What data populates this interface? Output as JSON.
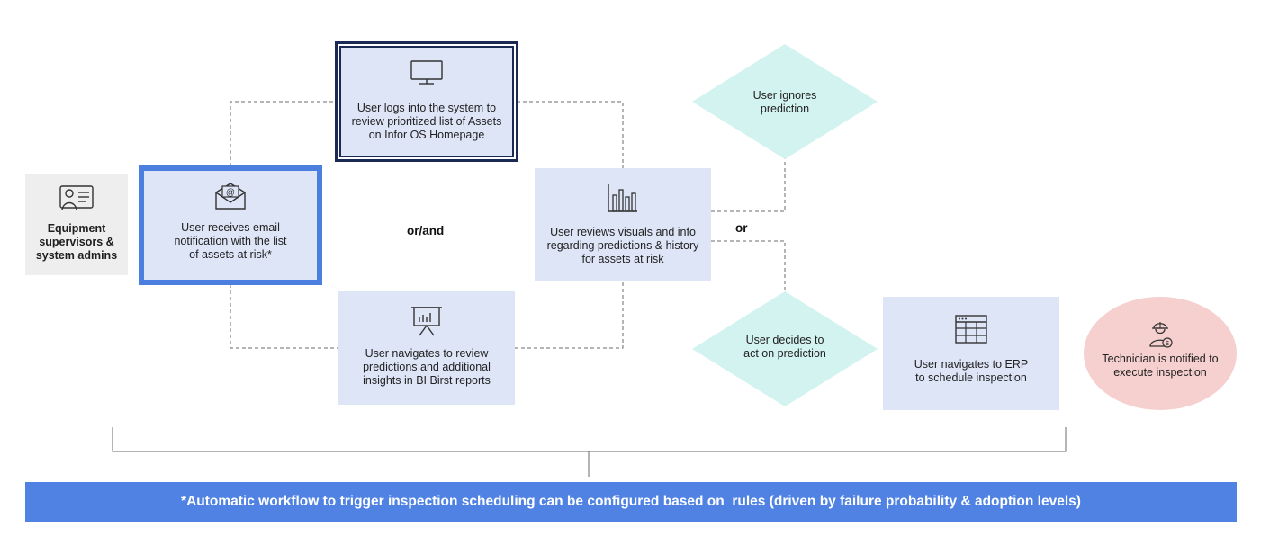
{
  "actor": {
    "label": "Equipment\nsupervisors &\nsystem admins",
    "icon": "id-card-icon"
  },
  "steps": {
    "email": {
      "text": "User receives email\nnotification with the list\nof assets at risk*",
      "icon": "email-icon"
    },
    "login": {
      "text": "User logs into the system to\nreview prioritized list of Assets\non Infor OS Homepage",
      "icon": "monitor-icon"
    },
    "bi": {
      "text": "User navigates to review\npredictions and additional\ninsights in BI Birst reports",
      "icon": "presentation-chart-icon"
    },
    "visuals": {
      "text": "User reviews visuals and info\nregarding predictions & history\nfor assets at risk",
      "icon": "bar-chart-icon"
    },
    "erp": {
      "text": "User navigates to ERP\nto schedule inspection",
      "icon": "calendar-grid-icon"
    }
  },
  "decisions": {
    "ignore": "User ignores\nprediction",
    "act": "User decides to\nact on prediction"
  },
  "connectors": {
    "or_and": "or/and",
    "or": "or"
  },
  "outcome": {
    "text": "Technician is notified to\nexecute inspection",
    "icon": "technician-icon"
  },
  "footer": {
    "text": "*Automatic workflow to trigger inspection scheduling can be configured based on  rules (driven by failure probability & adoption levels)"
  },
  "colors": {
    "box_fill": "#dde5f7",
    "highlight_border": "#4a7fe0",
    "dark_border": "#1b2a55",
    "diamond_fill": "#d3f3f1",
    "outcome_fill": "#f6cfcf",
    "footer_bg": "#4f82e3",
    "actor_bg": "#eeeeee"
  }
}
